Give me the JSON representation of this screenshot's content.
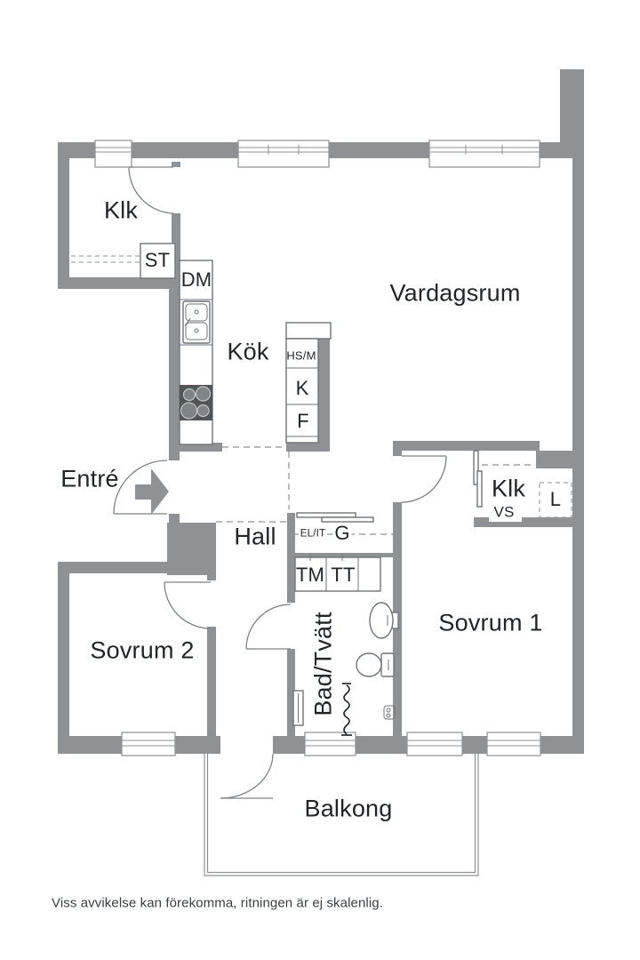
{
  "plan": {
    "labels": {
      "klk_left": "Klk",
      "st": "ST",
      "dm": "DM",
      "kok": "Kök",
      "hsm": "HS/M",
      "k": "K",
      "f": "F",
      "vardagsrum": "Vardagsrum",
      "entre": "Entré",
      "hall": "Hall",
      "elit": "EL/IT",
      "g": "G",
      "tm": "TM",
      "tt": "TT",
      "klk_right": "Klk",
      "vs": "VS",
      "l": "L",
      "sovrum1": "Sovrum 1",
      "sovrum2": "Sovrum 2",
      "badtvatt": "Bad/Tvätt",
      "balkong": "Balkong"
    },
    "footer": "Viss avvikelse kan förekomma, ritningen är ej skalenlig.",
    "colors": {
      "wall": "#8e9295",
      "line": "#7d8285",
      "winline": "#8d9194",
      "fixture": "#6f7478",
      "stove": "#505558",
      "text": "#222528",
      "footer_text": "#3c4043",
      "background": "#ffffff"
    }
  }
}
